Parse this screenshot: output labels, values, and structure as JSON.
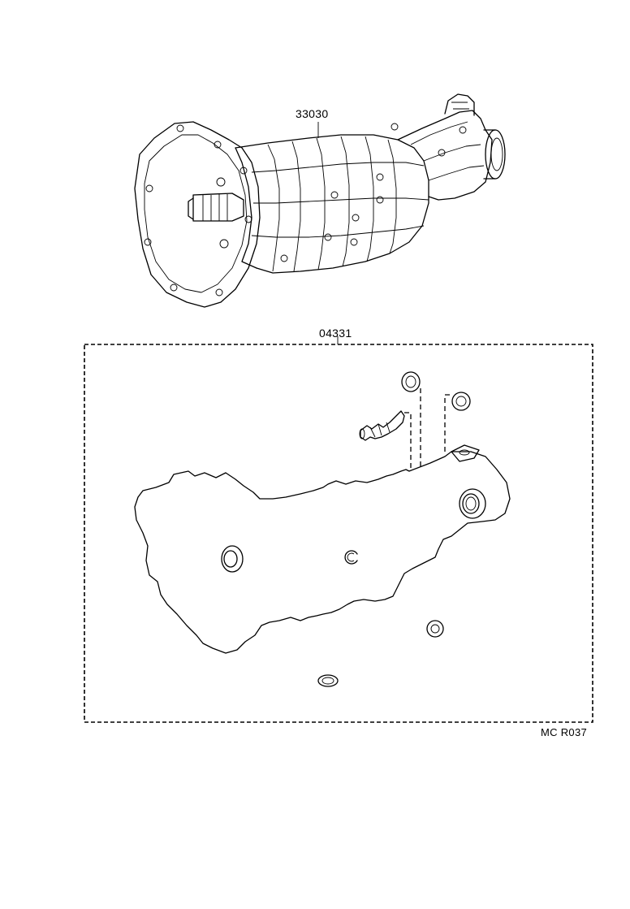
{
  "diagram": {
    "part_labels": {
      "transmission_assembly": "33030",
      "gasket_kit": "04331"
    },
    "drawing_code": "MC R037"
  }
}
